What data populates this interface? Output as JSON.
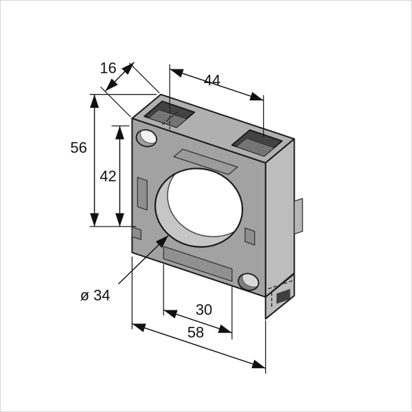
{
  "page": {
    "background": "#ffffff",
    "frame_border": "#d6d6d6"
  },
  "drawing": {
    "title": "Isometric dimensional drawing of a square mounting bracket with round bore",
    "colors": {
      "outline": "#1a1a1a",
      "front_face": "#a2a2a2",
      "top_face": "#b0b0b0",
      "side_face": "#bdbdbd",
      "recess": "#9b9b9b",
      "pocket": "#434343",
      "pocket_floor": "#747474",
      "bore_wall": "#c6c6c6",
      "hole_fill": "#f2f2f2",
      "dimension_color": "#111111"
    },
    "dimensions": {
      "depth": "16",
      "hole_spacing": "44",
      "overall_height": "56",
      "body_height": "42",
      "bore_diameter": "ø 34",
      "slot_width": "30",
      "overall_width": "58"
    }
  }
}
